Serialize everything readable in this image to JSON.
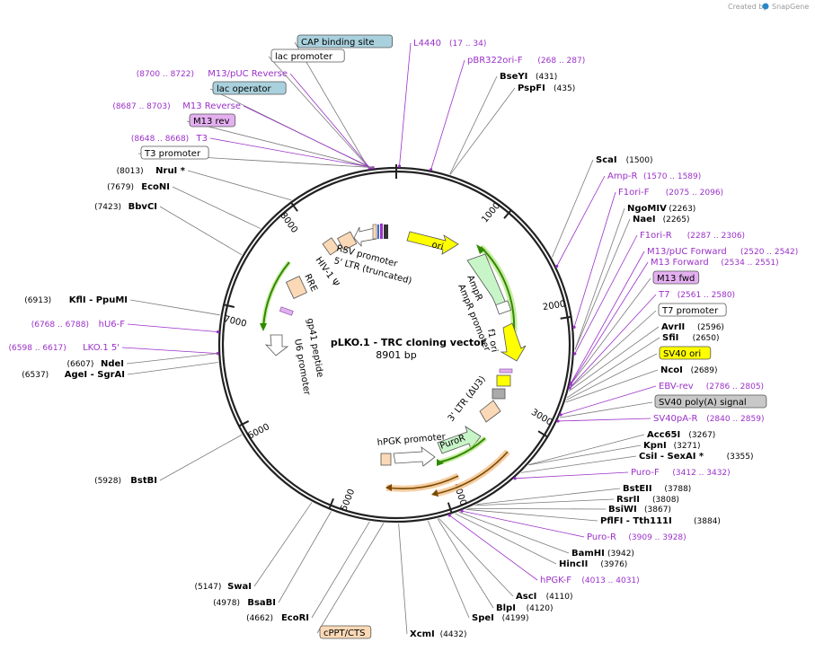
{
  "credit": {
    "prefix": "Created by",
    "brand": "SnapGene"
  },
  "plasmid": {
    "name": "pLKO.1 - TRC cloning vector",
    "size_label": "8901 bp",
    "length_bp": 8901
  },
  "ticks": [
    "1000",
    "2000",
    "3000",
    "4000",
    "5000",
    "6000",
    "7000",
    "8000"
  ],
  "colors": {
    "enzyme_text": "#000000",
    "enzyme_line": "#7a7a7a",
    "primer_text": "#9b30c8",
    "primer_line": "#9b30c8",
    "ori_yellow": "#ffff00",
    "amp_green": "#c8f5c8",
    "puro_green": "#c8f5c8",
    "ltr_peach": "#fcd9b6",
    "promoter_white": "#ffffff",
    "badge_blue": "#a9d1dd",
    "badge_purple": "#e4b0f0",
    "badge_grey": "#c8c8c8",
    "badge_peach": "#fcd9b6"
  },
  "labels": [
    {
      "id": "cap-binding-site",
      "kind": "badge",
      "text": "CAP binding site",
      "coord": "",
      "bp": 0
    },
    {
      "id": "lac-promoter",
      "kind": "badge",
      "text": "lac promoter",
      "coord": "",
      "bp": 0
    },
    {
      "id": "m13-puc-reverse",
      "kind": "primer",
      "text": "M13/pUC Reverse",
      "coord": "(8700 .. 8722)",
      "bp": 0
    },
    {
      "id": "lac-operator",
      "kind": "badge",
      "text": "lac operator",
      "coord": "",
      "bp": 0
    },
    {
      "id": "m13-reverse",
      "kind": "primer",
      "text": "M13 Reverse",
      "coord": "(8687 .. 8703)",
      "bp": 0
    },
    {
      "id": "m13-rev",
      "kind": "badge",
      "text": "M13 rev",
      "coord": "",
      "bp": 0
    },
    {
      "id": "t3",
      "kind": "primer",
      "text": "T3",
      "coord": "(8648 .. 8668)",
      "bp": 0
    },
    {
      "id": "t3-promoter",
      "kind": "badge",
      "text": "T3 promoter",
      "coord": "",
      "bp": 0
    },
    {
      "id": "nrui",
      "kind": "enzyme",
      "text": "NruI *",
      "coord": "(8013)",
      "bp": 8013
    },
    {
      "id": "econi",
      "kind": "enzyme",
      "text": "EcoNI",
      "coord": "(7679)",
      "bp": 7679
    },
    {
      "id": "bbvci",
      "kind": "enzyme",
      "text": "BbvCI",
      "coord": "(7423)",
      "bp": 7423
    },
    {
      "id": "kfli-ppumi",
      "kind": "enzyme",
      "text": "KflI - PpuMI",
      "coord": "(6913)",
      "bp": 6913
    },
    {
      "id": "hu6-f",
      "kind": "primer",
      "text": "hU6-F",
      "coord": "(6768 .. 6788)",
      "bp": 6778
    },
    {
      "id": "lko1-5",
      "kind": "primer",
      "text": "LKO.1 5'",
      "coord": "(6598 .. 6617)",
      "bp": 6607
    },
    {
      "id": "ndei",
      "kind": "enzyme",
      "text": "NdeI",
      "coord": "(6607)",
      "bp": 6607
    },
    {
      "id": "agei-sgrai",
      "kind": "enzyme",
      "text": "AgeI - SgrAI",
      "coord": "(6537)",
      "bp": 6537
    },
    {
      "id": "bstbi",
      "kind": "enzyme",
      "text": "BstBI",
      "coord": "(5928)",
      "bp": 5928
    },
    {
      "id": "swai",
      "kind": "enzyme",
      "text": "SwaI",
      "coord": "(5147)",
      "bp": 5147
    },
    {
      "id": "bsabi",
      "kind": "enzyme",
      "text": "BsaBI",
      "coord": "(4978)",
      "bp": 4978
    },
    {
      "id": "ecori",
      "kind": "enzyme",
      "text": "EcoRI",
      "coord": "(4662)",
      "bp": 4662
    },
    {
      "id": "cppt-cts",
      "kind": "badge",
      "text": "cPPT/CTS",
      "coord": "",
      "bp": 4550
    },
    {
      "id": "xcmi",
      "kind": "enzyme",
      "text": "XcmI",
      "coord": "(4432)",
      "bp": 4432
    },
    {
      "id": "spei",
      "kind": "enzyme",
      "text": "SpeI",
      "coord": "(4199)",
      "bp": 4199
    },
    {
      "id": "blpi",
      "kind": "enzyme",
      "text": "BlpI",
      "coord": "(4120)",
      "bp": 4120
    },
    {
      "id": "asci",
      "kind": "enzyme",
      "text": "AscI",
      "coord": "(4110)",
      "bp": 4110
    },
    {
      "id": "hpgk-f",
      "kind": "primer",
      "text": "hPGK-F",
      "coord": "(4013 .. 4031)",
      "bp": 4022
    },
    {
      "id": "hincii",
      "kind": "enzyme",
      "text": "HincII",
      "coord": "(3976)",
      "bp": 3976
    },
    {
      "id": "bamhi",
      "kind": "enzyme",
      "text": "BamHI",
      "coord": "(3942)",
      "bp": 3942
    },
    {
      "id": "puro-r",
      "kind": "primer",
      "text": "Puro-R",
      "coord": "(3909 .. 3928)",
      "bp": 3918
    },
    {
      "id": "pfli-tth111i",
      "kind": "enzyme",
      "text": "PflFI - Tth111I",
      "coord": "(3884)",
      "bp": 3884
    },
    {
      "id": "bsiwi",
      "kind": "enzyme",
      "text": "BsiWI",
      "coord": "(3867)",
      "bp": 3867
    },
    {
      "id": "rsrii",
      "kind": "enzyme",
      "text": "RsrII",
      "coord": "(3808)",
      "bp": 3808
    },
    {
      "id": "bsteii",
      "kind": "enzyme",
      "text": "BstEII",
      "coord": "(3788)",
      "bp": 3788
    },
    {
      "id": "puro-f",
      "kind": "primer",
      "text": "Puro-F",
      "coord": "(3412 .. 3432)",
      "bp": 3422
    },
    {
      "id": "csii-sexai",
      "kind": "enzyme",
      "text": "CsiI - SexAI *",
      "coord": "(3355)",
      "bp": 3355
    },
    {
      "id": "kpni",
      "kind": "enzyme",
      "text": "KpnI",
      "coord": "(3271)",
      "bp": 3271
    },
    {
      "id": "acc65i",
      "kind": "enzyme",
      "text": "Acc65I",
      "coord": "(3267)",
      "bp": 3267
    },
    {
      "id": "sv40pa-r",
      "kind": "primer",
      "text": "SV40pA-R",
      "coord": "(2840 .. 2859)",
      "bp": 2850
    },
    {
      "id": "sv40-polya",
      "kind": "badge",
      "text": "SV40 poly(A) signal",
      "coord": "",
      "bp": 2820
    },
    {
      "id": "ebv-rev",
      "kind": "primer",
      "text": "EBV-rev",
      "coord": "(2786 .. 2805)",
      "bp": 2795
    },
    {
      "id": "ncoi",
      "kind": "enzyme",
      "text": "NcoI",
      "coord": "(2689)",
      "bp": 2689
    },
    {
      "id": "sv40-ori",
      "kind": "badge",
      "text": "SV40 ori",
      "coord": "",
      "bp": 2670
    },
    {
      "id": "sfii",
      "kind": "enzyme",
      "text": "SfiI",
      "coord": "(2650)",
      "bp": 2650
    },
    {
      "id": "avrii",
      "kind": "enzyme",
      "text": "AvrII",
      "coord": "(2596)",
      "bp": 2596
    },
    {
      "id": "t7-promoter",
      "kind": "badge",
      "text": "T7 promoter",
      "coord": "",
      "bp": 2575
    },
    {
      "id": "t7",
      "kind": "primer",
      "text": "T7",
      "coord": "(2561 .. 2580)",
      "bp": 2570
    },
    {
      "id": "m13-fwd",
      "kind": "badge",
      "text": "M13 fwd",
      "coord": "",
      "bp": 2545
    },
    {
      "id": "m13-forward",
      "kind": "primer",
      "text": "M13 Forward",
      "coord": "(2534 .. 2551)",
      "bp": 2542
    },
    {
      "id": "m13-puc-forward",
      "kind": "primer",
      "text": "M13/pUC Forward",
      "coord": "(2520 .. 2542)",
      "bp": 2531
    },
    {
      "id": "f1ori-r",
      "kind": "primer",
      "text": "F1ori-R",
      "coord": "(2287 .. 2306)",
      "bp": 2296
    },
    {
      "id": "naei",
      "kind": "enzyme",
      "text": "NaeI",
      "coord": "(2265)",
      "bp": 2265
    },
    {
      "id": "ngomiv",
      "kind": "enzyme",
      "text": "NgoMIV",
      "coord": "(2263)",
      "bp": 2263
    },
    {
      "id": "f1ori-f",
      "kind": "primer",
      "text": "F1ori-F",
      "coord": "(2075 .. 2096)",
      "bp": 2085
    },
    {
      "id": "amp-r",
      "kind": "primer",
      "text": "Amp-R",
      "coord": "(1570 .. 1589)",
      "bp": 1580
    },
    {
      "id": "scai",
      "kind": "enzyme",
      "text": "ScaI",
      "coord": "(1500)",
      "bp": 1500
    },
    {
      "id": "pspfi",
      "kind": "enzyme",
      "text": "PspFI",
      "coord": "(435)",
      "bp": 435
    },
    {
      "id": "bseyi",
      "kind": "enzyme",
      "text": "BseYI",
      "coord": "(431)",
      "bp": 431
    },
    {
      "id": "pbr322ori-f",
      "kind": "primer",
      "text": "pBR322ori-F",
      "coord": "(268 .. 287)",
      "bp": 277
    },
    {
      "id": "l4440",
      "kind": "primer",
      "text": "L4440",
      "coord": "(17 .. 34)",
      "bp": 25
    }
  ],
  "features": [
    {
      "id": "ori",
      "text": "ori"
    },
    {
      "id": "ampr",
      "text": "AmpR"
    },
    {
      "id": "ampr-promoter",
      "text": "AmpR promoter"
    },
    {
      "id": "f1-ori",
      "text": "f1 ori"
    },
    {
      "id": "ltr3",
      "text": "3' LTR (ΔU3)"
    },
    {
      "id": "puror",
      "text": "PuroR"
    },
    {
      "id": "hpgk-promoter",
      "text": "hPGK promoter"
    },
    {
      "id": "u6-promoter",
      "text": "U6 promoter"
    },
    {
      "id": "gp41-peptide",
      "text": "gp41 peptide"
    },
    {
      "id": "rre",
      "text": "RRE"
    },
    {
      "id": "hiv1-psi",
      "text": "HIV-1 Ψ"
    },
    {
      "id": "rsr-promoter",
      "text": "RSV promoter"
    },
    {
      "id": "ltr5",
      "text": "5' LTR (truncated)"
    }
  ]
}
